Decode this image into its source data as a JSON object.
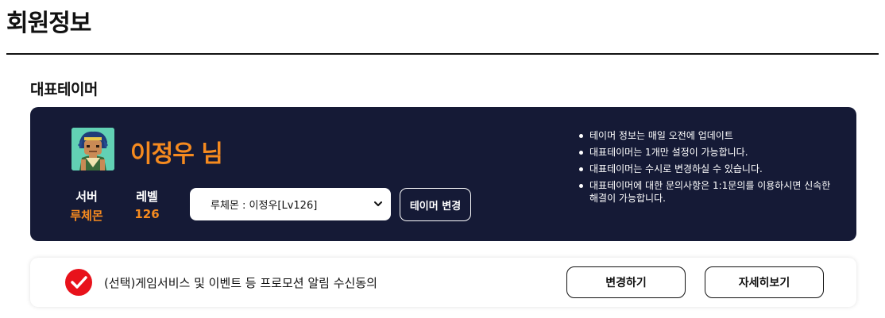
{
  "page": {
    "title": "회원정보"
  },
  "section": {
    "title": "대표테이머"
  },
  "tamer": {
    "name": "이정우 님",
    "server_label": "서버",
    "server_value": "루체몬",
    "level_label": "레벨",
    "level_value": "126",
    "select_value": "루체몬 : 이정우[Lv126]",
    "change_button": "테이머 변경",
    "notices": [
      "테이머 정보는 매일 오전에 업데이트",
      "대표테이머는 1개만 설정이 가능합니다.",
      "대표테이머는 수시로 변경하실 수 있습니다.",
      "대표테이머에 대한 문의사항은 1:1문의를 이용하시면 신속한 해결이 가능합니다."
    ]
  },
  "consent": {
    "text": "(선택)게임서비스 및 이벤트 등 프로모션 알림 수신동의",
    "change_button": "변경하기",
    "detail_button": "자세히보기"
  },
  "colors": {
    "card_bg": "#151a36",
    "accent_orange": "#f58a1f",
    "check_red": "#e8121b"
  },
  "icons": {
    "avatar": "character-portrait",
    "consent_check": "red-check-circle-icon",
    "select_arrow": "chevron-down-icon"
  }
}
